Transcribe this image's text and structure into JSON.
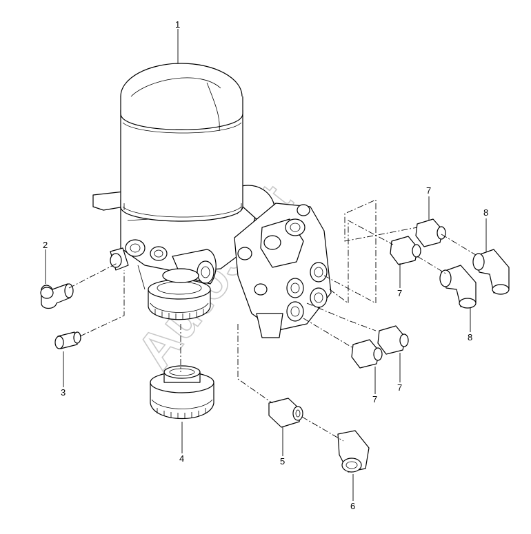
{
  "diagram": {
    "watermark": "AutoSoft",
    "callouts": [
      {
        "id": "c1",
        "label": "1"
      },
      {
        "id": "c2",
        "label": "2"
      },
      {
        "id": "c3",
        "label": "3"
      },
      {
        "id": "c4",
        "label": "4"
      },
      {
        "id": "c5",
        "label": "5"
      },
      {
        "id": "c6",
        "label": "6"
      },
      {
        "id": "c7a",
        "label": "7"
      },
      {
        "id": "c7b",
        "label": "7"
      },
      {
        "id": "c7c",
        "label": "7"
      },
      {
        "id": "c7d",
        "label": "7"
      },
      {
        "id": "c8a",
        "label": "8"
      },
      {
        "id": "c8b",
        "label": "8"
      }
    ]
  }
}
